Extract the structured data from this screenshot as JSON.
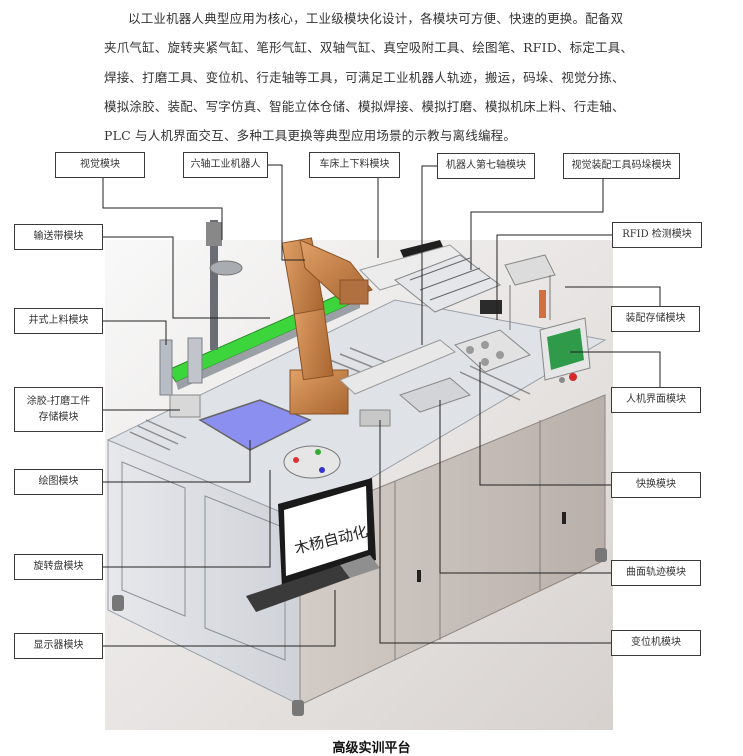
{
  "intro_paragraph": {
    "lines": [
      "以工业机器人典型应用为核心，工业级模块化设计，各模块可方便、快速的更换。配备双",
      "夹爪气缸、旋转夹紧气缸、笔形气缸、双轴气缸、真空吸附工具、绘图笔、RFID、标定工具、",
      "焊接、打磨工具、变位机、行走轴等工具，可满足工业机器人轨迹，搬运，码垛、视觉分拣、",
      "模拟涂胶、装配、写字仿真、智能立体仓储、模拟焊接、模拟打磨、模拟机床上料、行走轴、",
      "PLC 与人机界面交互、多种工具更换等典型应用场景的示教与离线编程。"
    ]
  },
  "figure": {
    "monitor_text": "木杨自动化",
    "colors": {
      "robot": "#c8844a",
      "conveyor_belt": "#3cd63c",
      "drawing_board": "#8b8ff0",
      "hmi_screen": "#2e9a4a",
      "cabinet": "#c9c4c0",
      "estop": "#d62828"
    },
    "labels": {
      "vision": "视觉模块",
      "six_axis_robot": "六轴工业机器人",
      "lathe_loading": "车床上下料模块",
      "seventh_axis": "机器人第七轴模块",
      "vision_assembly_palletizing": "视觉装配工具码垛模块",
      "conveyor": "输送带模块",
      "rfid": "RFID 检测模块",
      "well_feeding": "井式上料模块",
      "assembly_storage": "装配存储模块",
      "glue_polish_storage_line1": "涂胶-打磨工件",
      "glue_polish_storage_line2": "存储模块",
      "hmi": "人机界面模块",
      "drawing": "绘图模块",
      "quick_change": "快换模块",
      "rotary_table": "旋转盘模块",
      "curved_trajectory": "曲面轨迹模块",
      "display": "显示器模块",
      "positioner": "变位机模块"
    }
  },
  "caption": "高级实训平台"
}
